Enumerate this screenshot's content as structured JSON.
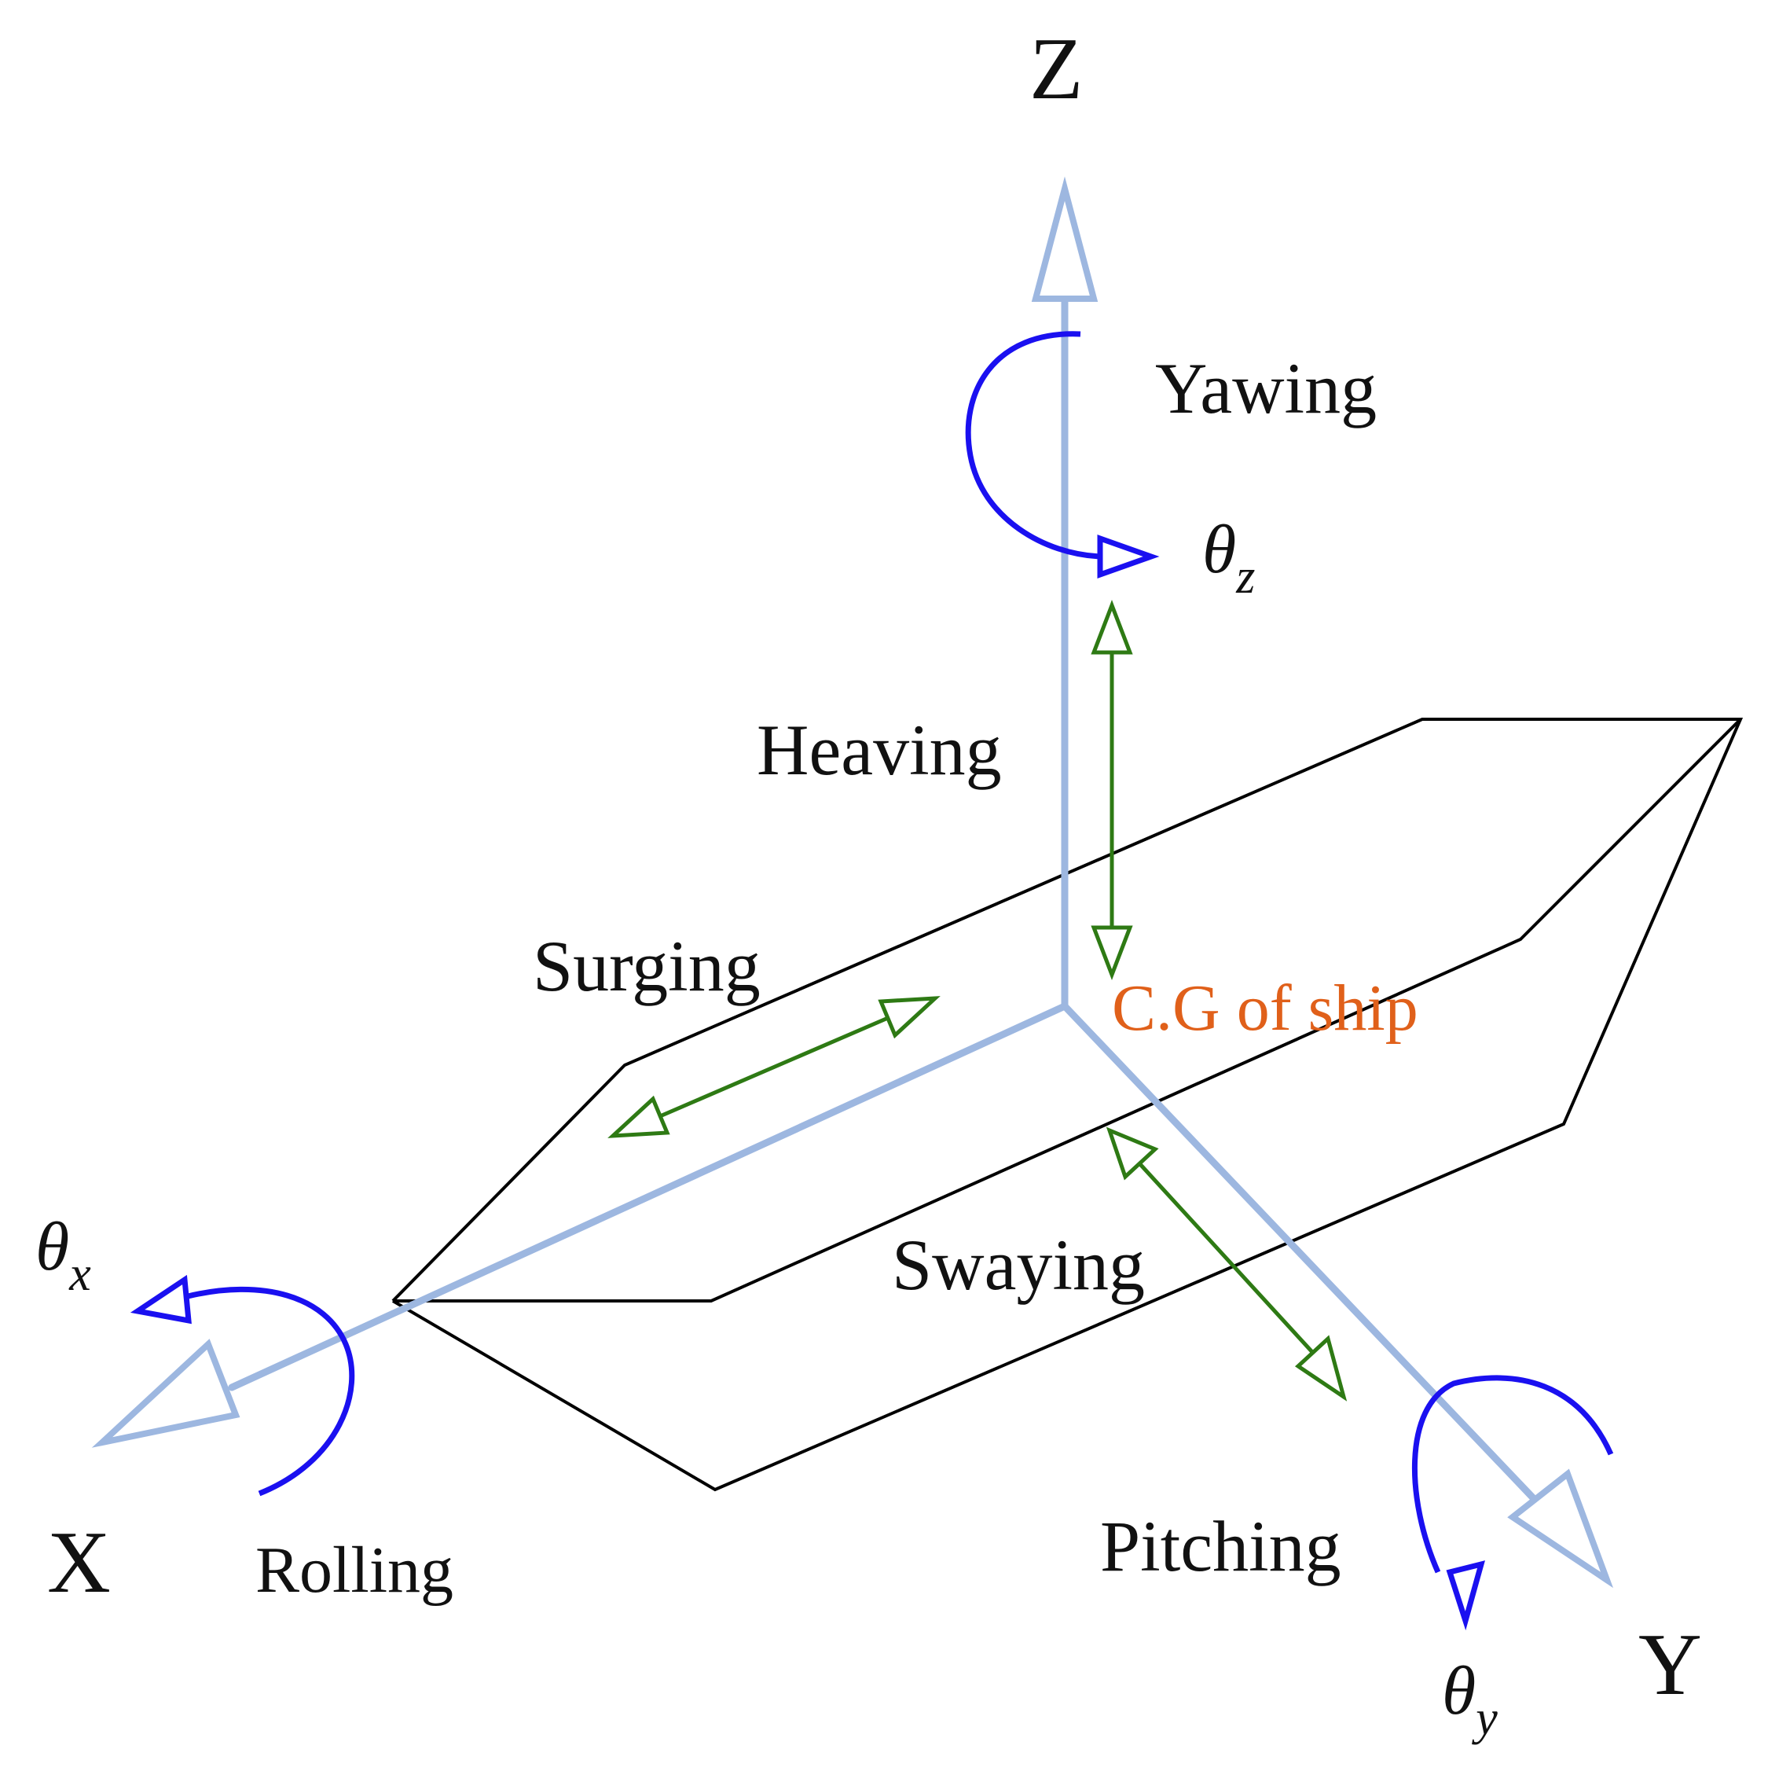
{
  "axes": {
    "x": "X",
    "y": "Y",
    "z": "Z"
  },
  "motions": {
    "yawing": "Yawing",
    "heaving": "Heaving",
    "surging": "Surging",
    "swaying": "Swaying",
    "rolling": "Rolling",
    "pitching": "Pitching"
  },
  "center_of_gravity": "C.G of ship",
  "angles": {
    "theta_symbol": "θ",
    "x_sub": "x",
    "y_sub": "y",
    "z_sub": "z"
  },
  "colors": {
    "axis": "#9db7e0",
    "rotation": "#1a10f0",
    "translation": "#2e7a14",
    "cg_label": "#e0601a",
    "hull": "#000000"
  }
}
